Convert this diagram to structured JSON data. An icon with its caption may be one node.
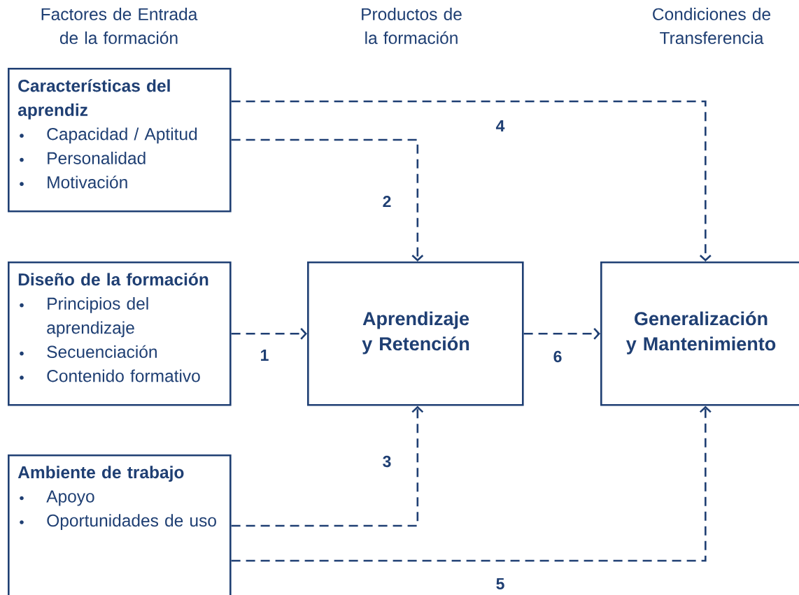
{
  "diagram": {
    "nodes": [
      {
        "text": [
          "Características del aprendiz",
          "Capacidad / Aptitud",
          "Personalidad",
          "Motivación"
        ]
      },
      {
        "text": [
          "Diseño de la formación",
          "Principios del aprendizaje",
          "Secuenciación",
          "Contenido formativo"
        ]
      },
      {
        "text": [
          "Ambiente de trabajo",
          "Apoyo",
          "Oportunidades de uso"
        ]
      },
      {
        "text": [
          "Aprendizaje y Retención"
        ]
      },
      {
        "text": [
          "Generalización y Mantenimiento"
        ]
      }
    ],
    "edges": [
      {
        "from": 1,
        "to": 3,
        "arrow": "to",
        "label": "1",
        "style": "dashed"
      },
      {
        "from": 0,
        "to": 3,
        "arrow": "to",
        "label": "2",
        "style": "dashed"
      },
      {
        "from": 2,
        "to": 3,
        "arrow": "to",
        "label": "3",
        "style": "dashed"
      },
      {
        "from": 0,
        "to": 4,
        "arrow": "to",
        "label": "4",
        "style": "dashed"
      },
      {
        "from": 2,
        "to": 4,
        "arrow": "to",
        "label": "5",
        "style": "dashed"
      },
      {
        "from": 3,
        "to": 4,
        "arrow": "to",
        "label": "6",
        "style": "dashed"
      }
    ],
    "labels": [
      "Factores de Entrada de la formación",
      "Productos de la formación",
      "Condiciones de Transferencia"
    ]
  }
}
